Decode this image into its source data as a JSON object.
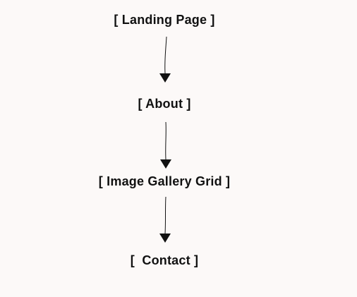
{
  "diagram": {
    "nodes": [
      {
        "label": "[ Landing Page ]"
      },
      {
        "label": "[ About ]"
      },
      {
        "label": "[ Image Gallery Grid ]"
      },
      {
        "label": "[  Contact ]"
      }
    ],
    "edges": [
      {
        "from": 0,
        "to": 1
      },
      {
        "from": 1,
        "to": 2
      },
      {
        "from": 2,
        "to": 3
      }
    ],
    "colors": {
      "background": "#fcf9f8",
      "text": "#111111",
      "arrow": "#111111"
    }
  }
}
